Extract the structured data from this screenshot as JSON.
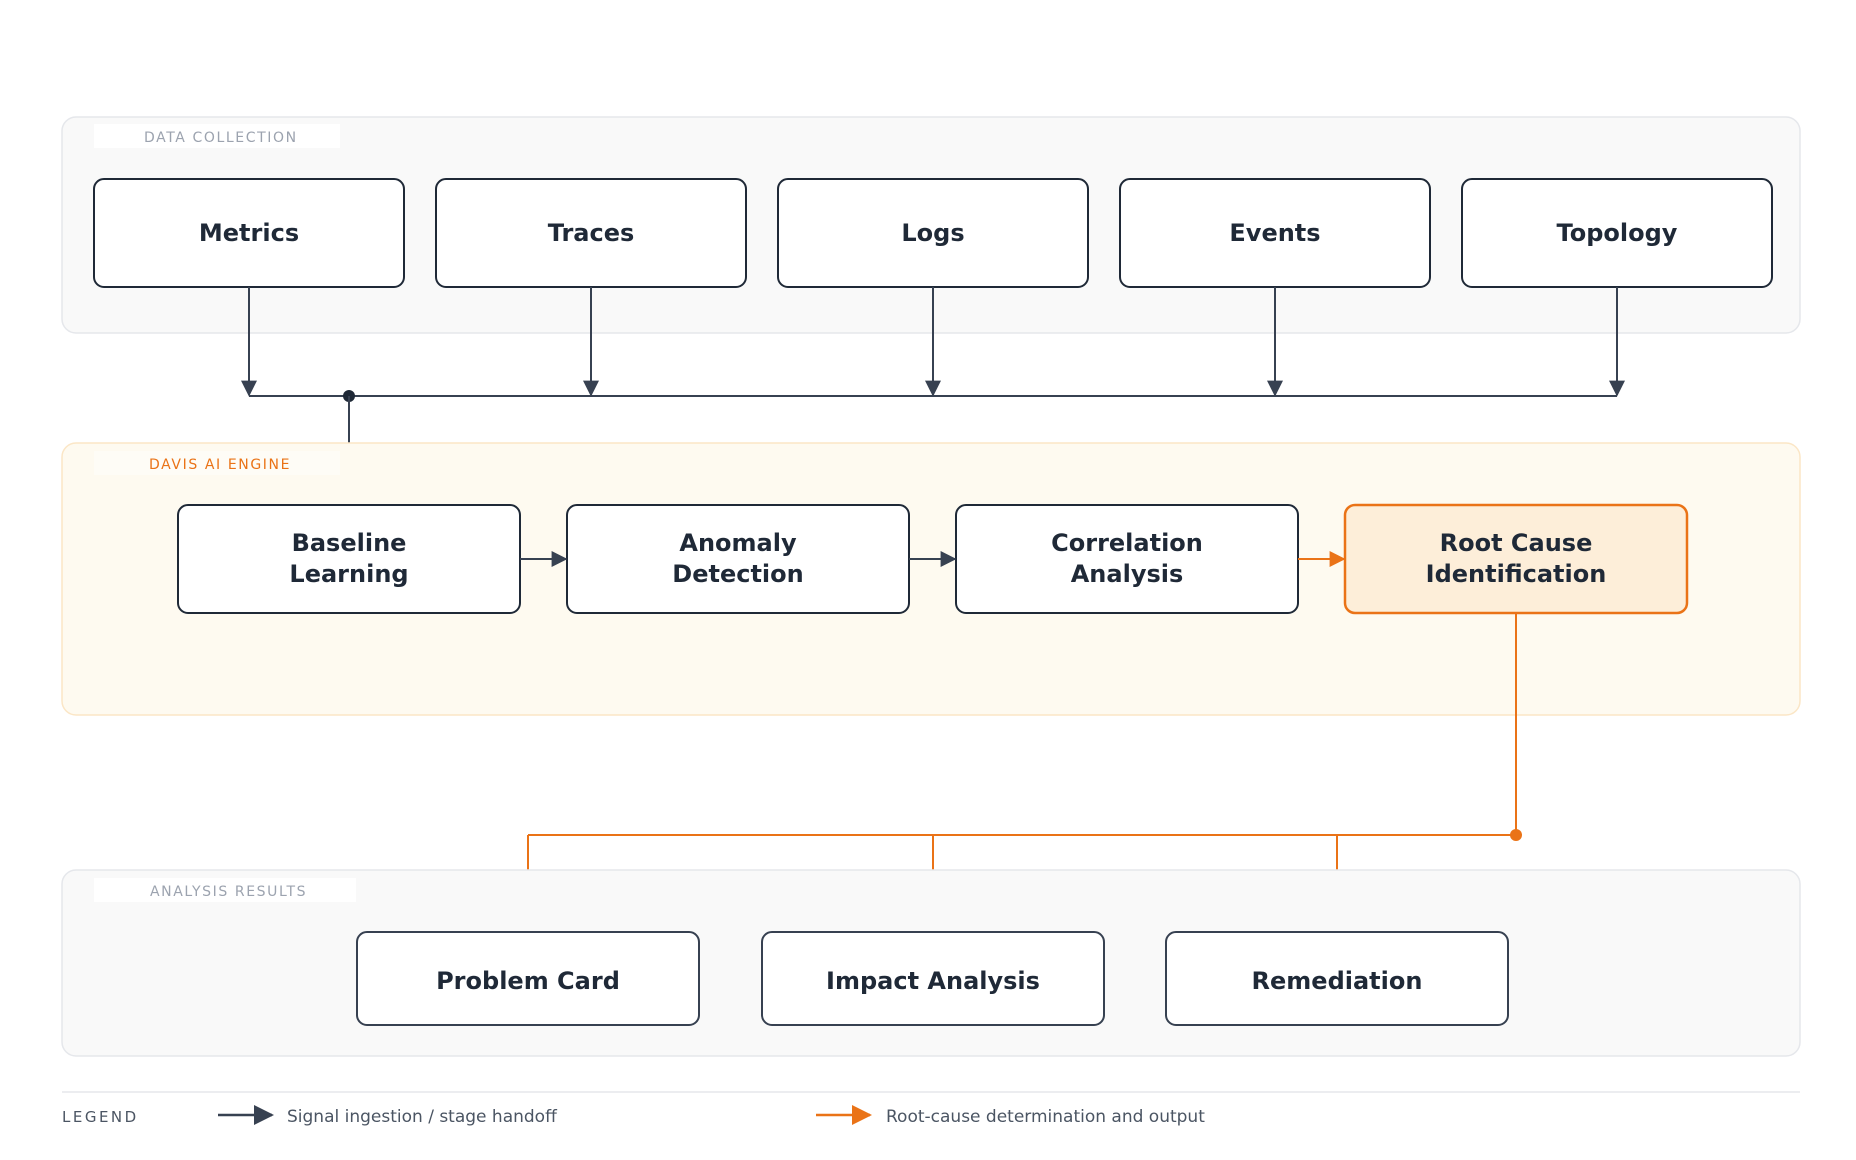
{
  "colors": {
    "dark": "#374151",
    "ink": "#1f2937",
    "accent": "#ea7317",
    "accent_fill": "#fdeed9",
    "group_bg": "#f9f9f9",
    "engine_bg": "#fefaf0"
  },
  "groups": {
    "data_collection": "DATA COLLECTION",
    "engine": "DAVIS AI ENGINE",
    "results": "ANALYSIS RESULTS"
  },
  "sources": [
    "Metrics",
    "Traces",
    "Logs",
    "Events",
    "Topology"
  ],
  "stages": [
    {
      "line1": "Baseline",
      "line2": "Learning"
    },
    {
      "line1": "Anomaly",
      "line2": "Detection"
    },
    {
      "line1": "Correlation",
      "line2": "Analysis"
    },
    {
      "line1": "Root Cause",
      "line2": "Identification"
    }
  ],
  "outputs": [
    "Problem Card",
    "Impact Analysis",
    "Remediation"
  ],
  "legend": {
    "title": "LEGEND",
    "ingestion": "Signal ingestion / stage handoff",
    "root_cause": "Root-cause determination and output"
  }
}
